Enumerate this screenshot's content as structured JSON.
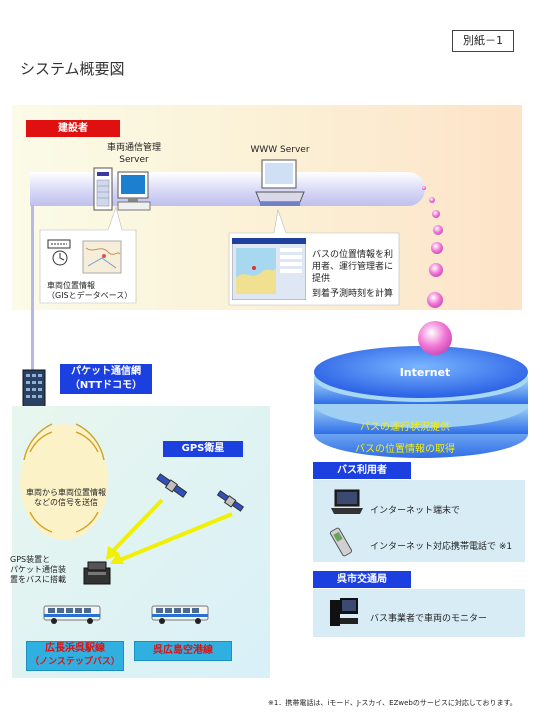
{
  "header": {
    "annex_label": "別紙－1",
    "title": "システム概要図"
  },
  "builder": {
    "label": "建設者",
    "vehicle_server": {
      "line1": "車両通信管理",
      "line2": "Server"
    },
    "www_server": "WWW Server",
    "vehicle_info": {
      "line1": "車両位置情報",
      "line2": "（GISとデータベース）"
    },
    "web_info": {
      "line1": "バスの位置情報を利",
      "line2": "用者、運行管理者に",
      "line3": "提供",
      "line4": "到着予測時刻を計算"
    }
  },
  "packet_network": {
    "line1": "パケット通信網",
    "line2": "（NTTドコモ）"
  },
  "internet": {
    "label": "Internet",
    "line1": "バスの運行状況提供",
    "line2": "バスの位置情報の取得"
  },
  "gps": {
    "label": "GPS衛星",
    "signal_text": {
      "line1": "車両から車両位置情報",
      "line2": "などの信号を送信"
    },
    "device_text": {
      "line1": "GPS装置と",
      "line2": "パケット通信装",
      "line3": "置をバスに搭載"
    }
  },
  "routes": [
    {
      "line1": "広長浜呉駅線",
      "line2": "（ノンステップバス）"
    },
    {
      "line1": "呉広島空港線",
      "line2": ""
    }
  ],
  "bus_users": {
    "label": "バス利用者",
    "items": [
      {
        "text": "インターネット端末で",
        "icon": "laptop-icon"
      },
      {
        "text": "インターネット対応携帯電話で ※1",
        "icon": "mobile-phone-icon"
      }
    ]
  },
  "transport_bureau": {
    "label": "呉市交通局",
    "items": [
      {
        "text": "バス事業者で車両のモニター",
        "icon": "computer-terminal-icon"
      }
    ]
  },
  "footnote": "※1．携帯電話は、iモード、J-スカイ、EZwebのサービスに対応しております。",
  "colors": {
    "red_label": "#e01010",
    "blue_label": "#1c3fe0",
    "internet_disk": "#3a7ff0",
    "bubble": "#f27ad8",
    "gps_arrow": "#f0f000",
    "route_box": "#2fb0e0"
  }
}
